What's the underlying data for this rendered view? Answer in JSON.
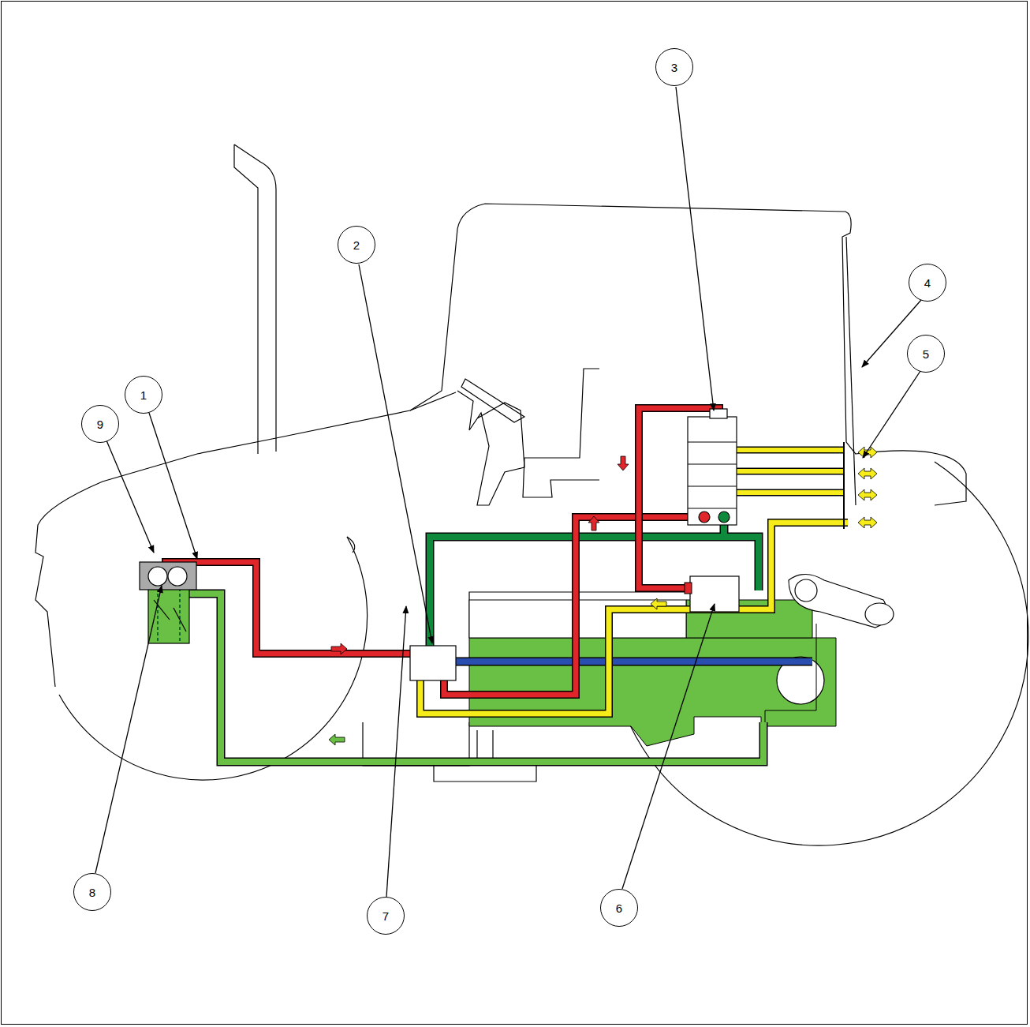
{
  "diagram": {
    "nodes": [
      {
        "text": [
          "1"
        ]
      },
      {
        "text": [
          "2"
        ]
      },
      {
        "text": [
          "3"
        ]
      },
      {
        "text": [
          "4"
        ]
      },
      {
        "text": [
          "5"
        ]
      },
      {
        "text": [
          "6"
        ]
      },
      {
        "text": [
          "7"
        ]
      },
      {
        "text": [
          "8"
        ]
      },
      {
        "text": [
          "9"
        ]
      }
    ]
  }
}
